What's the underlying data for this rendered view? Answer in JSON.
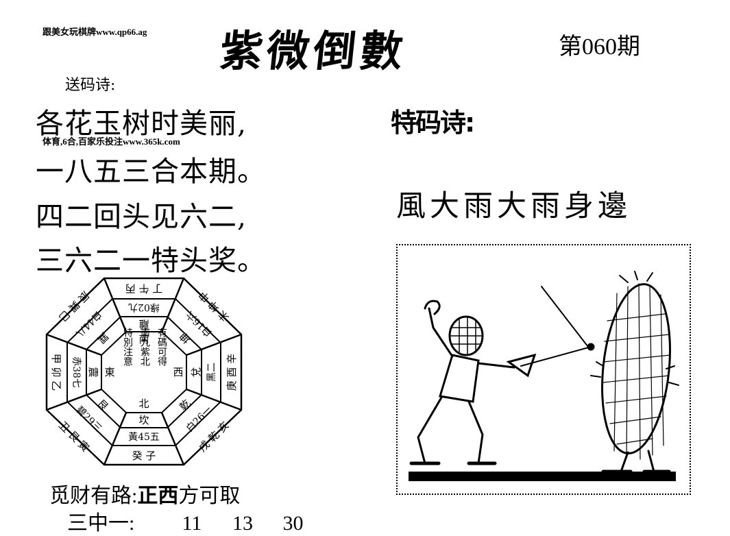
{
  "header": {
    "site_text": "跟美女玩棋牌www.qp66.ag",
    "title": "紫微倒數",
    "issue": "第060期"
  },
  "song_ma_shi": {
    "label": "送码诗:",
    "lines": [
      "各花玉树时美丽,",
      "一八五三合本期。",
      "四二回头见六二,",
      "三六二一特头奖。"
    ]
  },
  "ad_text": "体育,6合,百家乐投注www.365k.com",
  "te_ma_shi": {
    "label": "特码诗:",
    "poem": "風大雨大雨身邊"
  },
  "bagua": {
    "outer_ring": [
      "丁 午 丙",
      "未 坤 申",
      "庚 酉 辛",
      "戌 乾 亥",
      "癸 子",
      "丑 艮 寅",
      "甲 卯 乙",
      "辰 巽 巳"
    ],
    "middle_ring": [
      "綠02九",
      "白16六",
      "黑二",
      "白26一",
      "黃45五",
      "碧29三",
      "赤38七",
      "白44八"
    ],
    "inner_ring": [
      "離",
      "坤",
      "兌",
      "乾",
      "坎",
      "艮",
      "震",
      "巽"
    ],
    "directions": [
      "南",
      "西",
      "北",
      "東"
    ],
    "center_lines": [
      "有碼可得",
      "南九紫北",
      "特別注意"
    ]
  },
  "wealth": {
    "label": "觅财有路:",
    "direction": "正西",
    "suffix": "方可取"
  },
  "three_pick_one": {
    "label": "三中一:",
    "numbers": [
      "11",
      "13",
      "30"
    ]
  }
}
